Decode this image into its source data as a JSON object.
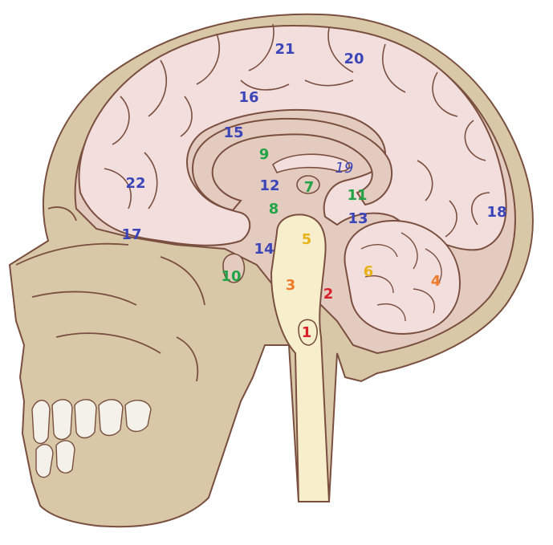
{
  "colors": {
    "bone": "#d8c8a8",
    "bone_dark": "#c9b68f",
    "outline": "#7a4f3f",
    "brain": "#f2dedd",
    "brain_deep": "#e4cbc0",
    "stem": "#f7efcc",
    "teeth": "#f4f1ea",
    "blue": "#3b45b8",
    "green": "#22a345",
    "orange": "#ee7a2a",
    "yellow": "#e7b21a",
    "red": "#d8202a"
  },
  "labels": [
    {
      "text": "1",
      "color": "red"
    },
    {
      "text": "2",
      "color": "red"
    },
    {
      "text": "3",
      "color": "orange"
    },
    {
      "text": "4",
      "color": "orange"
    },
    {
      "text": "5",
      "color": "yellow"
    },
    {
      "text": "6",
      "color": "yellow"
    },
    {
      "text": "7",
      "color": "green"
    },
    {
      "text": "8",
      "color": "green"
    },
    {
      "text": "9",
      "color": "green"
    },
    {
      "text": "10",
      "color": "green"
    },
    {
      "text": "11",
      "color": "green"
    },
    {
      "text": "12",
      "color": "blue"
    },
    {
      "text": "13",
      "color": "blue"
    },
    {
      "text": "14",
      "color": "blue"
    },
    {
      "text": "15",
      "color": "blue"
    },
    {
      "text": "16",
      "color": "blue"
    },
    {
      "text": "17",
      "color": "blue"
    },
    {
      "text": "18",
      "color": "blue"
    },
    {
      "text": "19",
      "color": "blue",
      "italic": true
    },
    {
      "text": "20",
      "color": "blue"
    },
    {
      "text": "21",
      "color": "blue"
    },
    {
      "text": "22",
      "color": "blue"
    }
  ]
}
